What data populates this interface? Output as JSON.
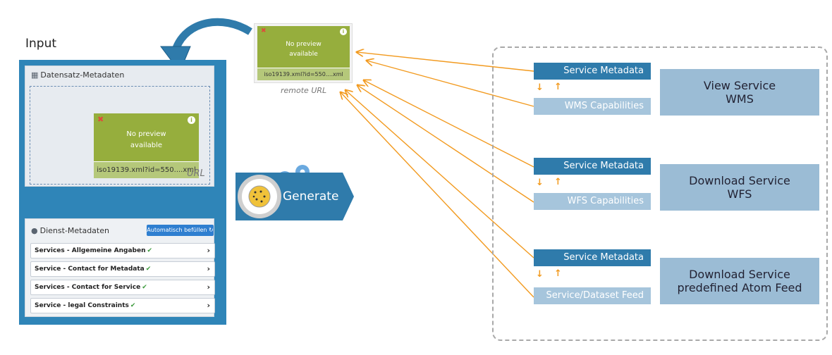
{
  "input_label": "Input",
  "editor": {
    "dataset_section": {
      "title": "Datensatz-Metadaten",
      "preview": {
        "message": "No preview available",
        "filename": "iso19139.xml?id=550....xml"
      },
      "url_label": "URL"
    },
    "service_section": {
      "title": "Dienst-Metadaten",
      "auto_fill_button": "Automatisch befüllen",
      "rows": [
        "Services - Allgemeine Angaben",
        "Service - Contact for Metadata",
        "Services - Contact for Service",
        "Service - legal Constraints"
      ]
    }
  },
  "remote": {
    "preview": {
      "message": "No preview available",
      "filename": "iso19139.xml?id=550....xml"
    },
    "label": "remote URL"
  },
  "generate_label": "Generate",
  "services": [
    {
      "metadata_label": "Service Metadata",
      "capability_label": "WMS Capabilities",
      "service_line1": "View Service",
      "service_line2": "WMS"
    },
    {
      "metadata_label": "Service Metadata",
      "capability_label": "WFS Capabilities",
      "service_line1": "Download Service",
      "service_line2": "WFS"
    },
    {
      "metadata_label": "Service Metadata",
      "capability_label": "Service/Dataset Feed",
      "service_line1": "Download Service",
      "service_line2": "predefined Atom Feed"
    }
  ],
  "colors": {
    "panel_blue": "#2f85b8",
    "tile_green": "#96ae3d",
    "arrow_orange": "#f29a1f",
    "metadata_blue": "#2f7bab",
    "capability_blue": "#a6c5dc",
    "service_blue": "#9bbcd5"
  }
}
